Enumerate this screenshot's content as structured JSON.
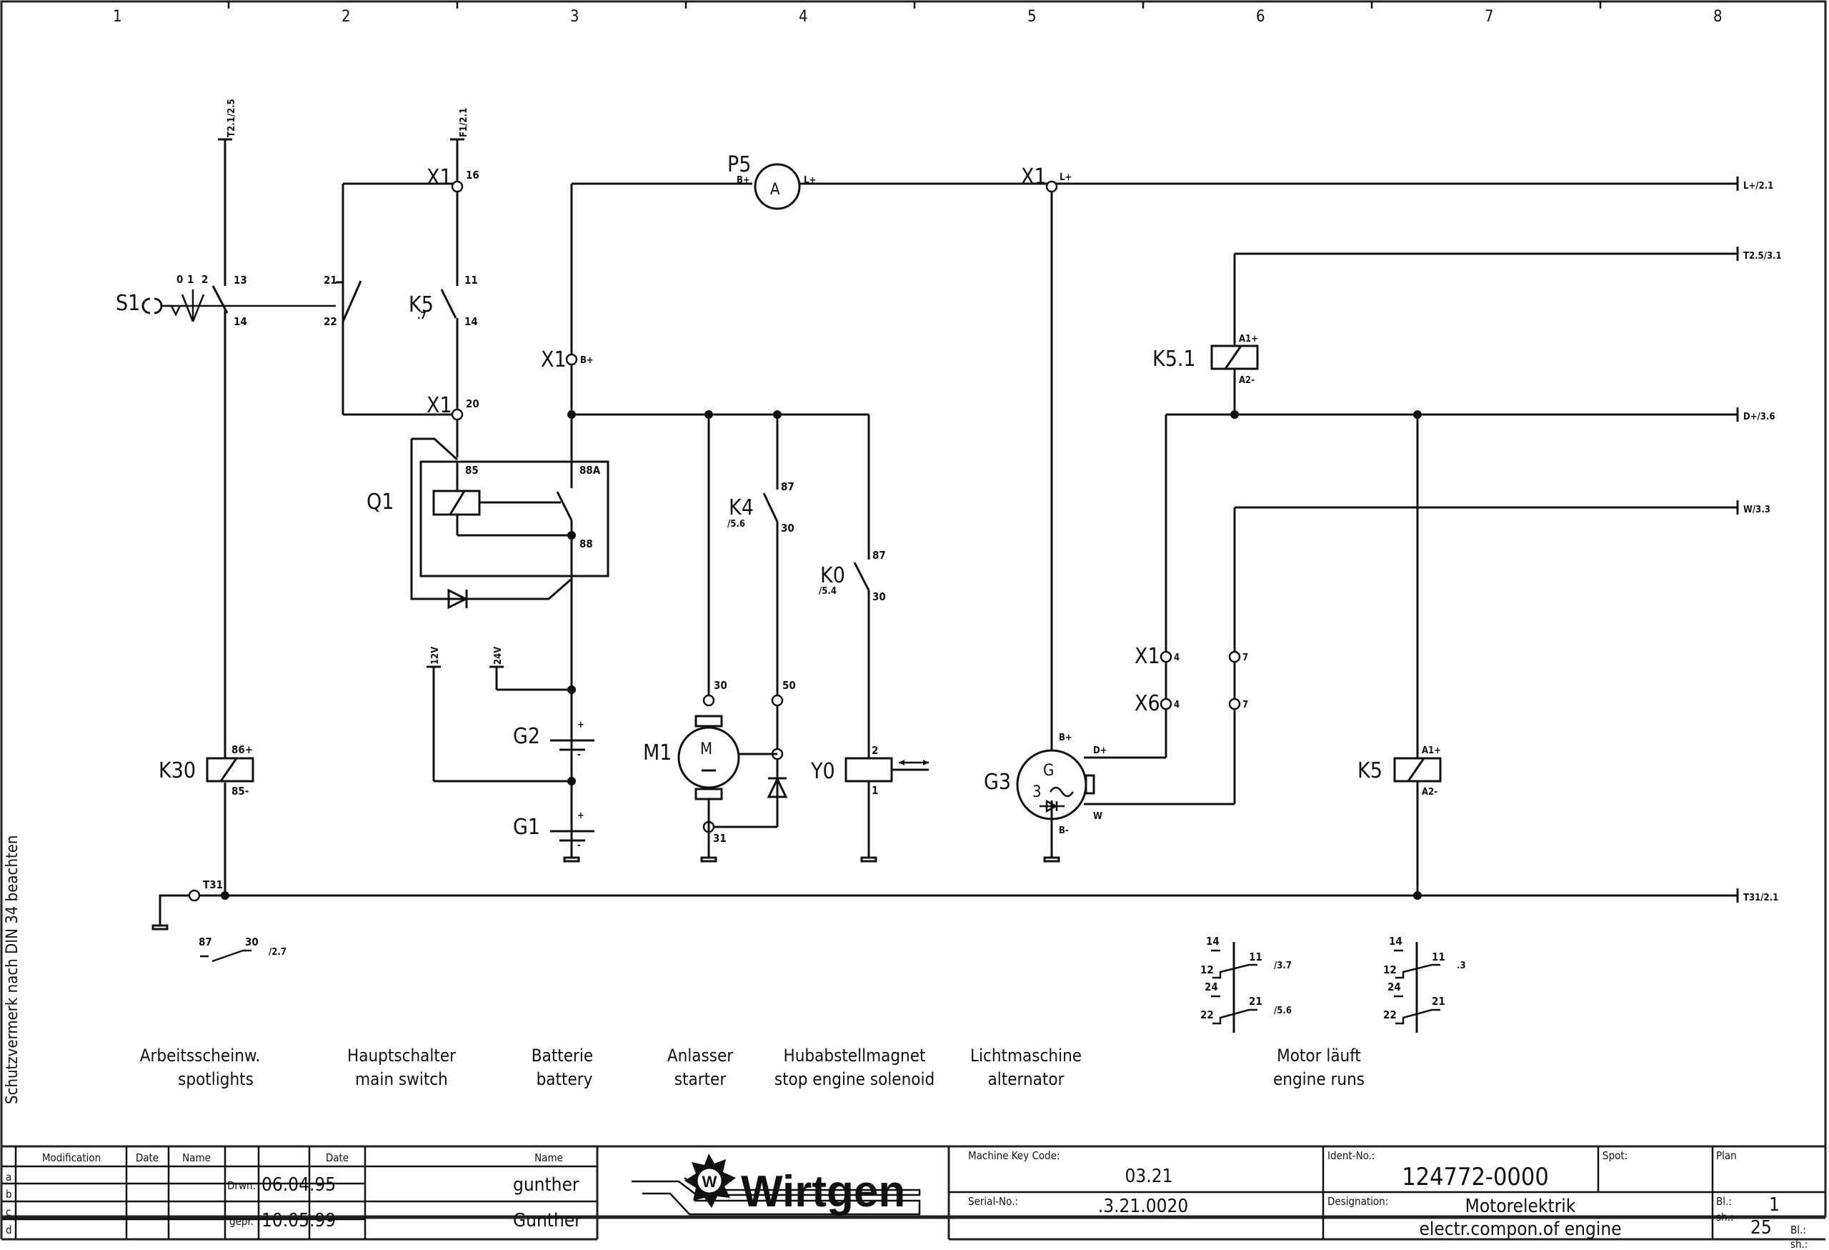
{
  "sheet": {
    "column_numbers": [
      "1",
      "2",
      "3",
      "4",
      "5",
      "6",
      "7",
      "8"
    ],
    "side_note": "Schutzvermerk nach DIN 34 beachten"
  },
  "components": {
    "S1": {
      "label": "S1",
      "positions": [
        "0",
        "1",
        "2"
      ],
      "pins": [
        "13",
        "14"
      ]
    },
    "main_switch_pins": [
      "21",
      "22"
    ],
    "K5_contact": {
      "label": "K5",
      "ref": ".7",
      "pins": [
        "11",
        "14"
      ]
    },
    "X1_16": {
      "label": "X1",
      "pin": "16"
    },
    "X1_20": {
      "label": "X1",
      "pin": "20"
    },
    "X1_Bplus": {
      "label": "X1",
      "pin": "B+"
    },
    "X1_Lplus": {
      "label": "X1",
      "pin": "L+"
    },
    "Q1": {
      "label": "Q1",
      "pins": [
        "85",
        "88A",
        "88"
      ]
    },
    "P5": {
      "label": "P5",
      "symbol": "A",
      "pins": [
        "B+",
        "L+"
      ]
    },
    "K4": {
      "label": "K4",
      "ref": "/5.6",
      "pins": [
        "87",
        "30"
      ]
    },
    "K0": {
      "label": "K0",
      "ref": "/5.4",
      "pins": [
        "87",
        "30"
      ]
    },
    "G2": {
      "label": "G2",
      "plus": "+",
      "minus": "-"
    },
    "G1": {
      "label": "G1",
      "plus": "+",
      "minus": "-"
    },
    "voltage_12": "12V",
    "voltage_24": "24V",
    "M1": {
      "label": "M1",
      "symbol": "M",
      "pins": [
        "30",
        "50",
        "31"
      ]
    },
    "Y0": {
      "label": "Y0",
      "pins": [
        "2",
        "1"
      ]
    },
    "G3": {
      "label": "G3",
      "symbol": "G",
      "phase": "3",
      "pins": [
        "B+",
        "D+",
        "W",
        "B-"
      ]
    },
    "K5_1": {
      "label": "K5.1",
      "pins": [
        "A1+",
        "A2-"
      ]
    },
    "X1_4": {
      "label": "X1",
      "pin": "4"
    },
    "X6_4": {
      "label": "X6",
      "pin": "4"
    },
    "X1_7": {
      "pin": "7"
    },
    "X6_7": {
      "pin": "7"
    },
    "K5_coil": {
      "label": "K5",
      "pins": [
        "A1+",
        "A2-"
      ]
    },
    "K30": {
      "label": "K30",
      "pins": [
        "86+",
        "85-"
      ]
    },
    "T31": {
      "label": "T31"
    },
    "K30_contact": {
      "pins": [
        "87",
        "30"
      ],
      "ref": "/2.7"
    },
    "K5_1_contacts": {
      "pins": [
        "14",
        "11",
        "12",
        "24",
        "21",
        "22"
      ],
      "refs": [
        "/3.7",
        "/5.6"
      ]
    },
    "K5_contacts": {
      "pins": [
        "14",
        "11",
        "12",
        "24",
        "21",
        "22"
      ],
      "refs": [
        ".3"
      ]
    }
  },
  "off_page_refs": {
    "top_T21": "T2.1/2.5",
    "top_F1": "F1/2.1",
    "Lplus": "L+/2.1",
    "T25": "T2.5/3.1",
    "Dplus": "D+/3.6",
    "W": "W/3.3",
    "T31": "T31/2.1"
  },
  "captions": [
    {
      "de": "Arbeitsscheinw.",
      "en": "spotlights"
    },
    {
      "de": "Hauptschalter",
      "en": "main switch"
    },
    {
      "de": "Batterie",
      "en": "battery"
    },
    {
      "de": "Anlasser",
      "en": "starter"
    },
    {
      "de": "Hubabstellmagnet",
      "en": "stop engine solenoid"
    },
    {
      "de": "Lichtmaschine",
      "en": "alternator"
    },
    {
      "de": "Motor läuft",
      "en": "engine runs"
    }
  ],
  "title_block": {
    "mod_headers": [
      "Modification",
      "Date",
      "Name"
    ],
    "rows": [
      "a",
      "b",
      "c",
      "d"
    ],
    "sig_headers": [
      "Date",
      "Name"
    ],
    "drawn_label": "Drwn.",
    "drawn_date": "06.04.95",
    "drawn_name": "gunther",
    "checked_label": "gepr.",
    "checked_date": "10.05.99",
    "checked_name": "Gunther",
    "logo_text": "Wirtgen",
    "logo_mark": "W",
    "machine_key_label": "Machine Key Code:",
    "machine_key": "03.21",
    "serial_label": "Serial-No.:",
    "serial": ".3.21.0020",
    "ident_label": "Ident-No.:",
    "ident": "124772-0000",
    "spot_label": "Spot:",
    "designation_label": "Designation:",
    "designation_de": "Motorelektrik",
    "designation_en": "electr.compon.of engine",
    "plan_label": "Plan",
    "bl_label": "Bl.:",
    "bl_value": "1",
    "sh_label": "sh.:",
    "sh_value": "25",
    "bl2_label": "Bl.:",
    "sh2_label": "sh.:"
  }
}
